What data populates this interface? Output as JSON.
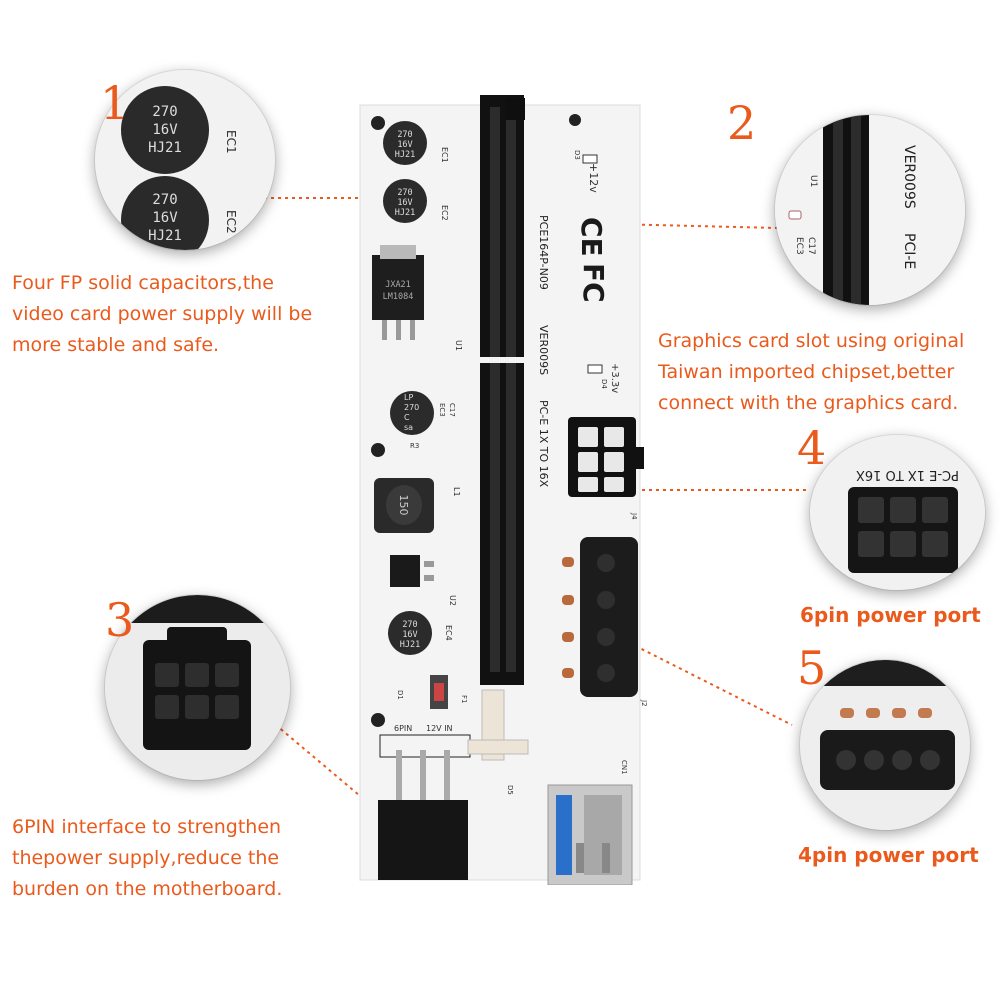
{
  "callouts": [
    {
      "number": "1",
      "caption": [
        "Four FP solid capacitors,the",
        "video card power supply will be",
        "more stable and safe."
      ]
    },
    {
      "number": "2",
      "caption": [
        "Graphics card slot using original",
        "Taiwan imported chipset,better",
        "connect with the graphics card."
      ]
    },
    {
      "number": "3",
      "caption": [
        "6PIN interface to strengthen",
        "thepower supply,reduce the",
        "burden on the motherboard."
      ]
    },
    {
      "number": "4",
      "label": "6pin power port"
    },
    {
      "number": "5",
      "label": "4pin power port"
    }
  ],
  "board": {
    "capacitor_marking": [
      "270",
      "16V",
      "HJ21"
    ],
    "capacitor_polymer": [
      "LP",
      "270",
      "C",
      "sa"
    ],
    "regulator_marking": [
      "JXA21",
      "LM1084"
    ],
    "inductor_marking": "150",
    "model": "PCE164P-N09",
    "version": "VER009S",
    "slot_text": "PC-E 1X TO 16X",
    "plus12": "+12v",
    "plus33": "+3.3v",
    "ce_mark": "CE",
    "fc_mark": "FC",
    "six_pin_label": "6PIN",
    "twelve_v_label": "12V IN",
    "refs": {
      "ec1": "EC1",
      "ec2": "EC2",
      "ec3": "EC3",
      "ec4": "EC4",
      "c17": "C17",
      "u1": "U1",
      "u2": "U2",
      "l1": "L1",
      "j4": "J4",
      "j2": "J2",
      "d1": "D1",
      "d3": "D3",
      "d4": "D4",
      "d5": "D5",
      "f1": "F1",
      "r3": "R3",
      "cn1": "CN1"
    }
  },
  "zooms": {
    "z1": {
      "ec1": "EC1",
      "ec2": "EC2"
    },
    "z2": {
      "version": "VER009S",
      "pcie": "PCI-E",
      "u1": "U1",
      "c17": "C17",
      "ec3": "EC3"
    },
    "z4": {
      "text": "PC-E 1X TO 16X"
    }
  },
  "colors": {
    "accent": "#ea5a1c",
    "board": "#f4f4f4",
    "slot": "#111111",
    "usb_blue": "#2a6fc9"
  }
}
